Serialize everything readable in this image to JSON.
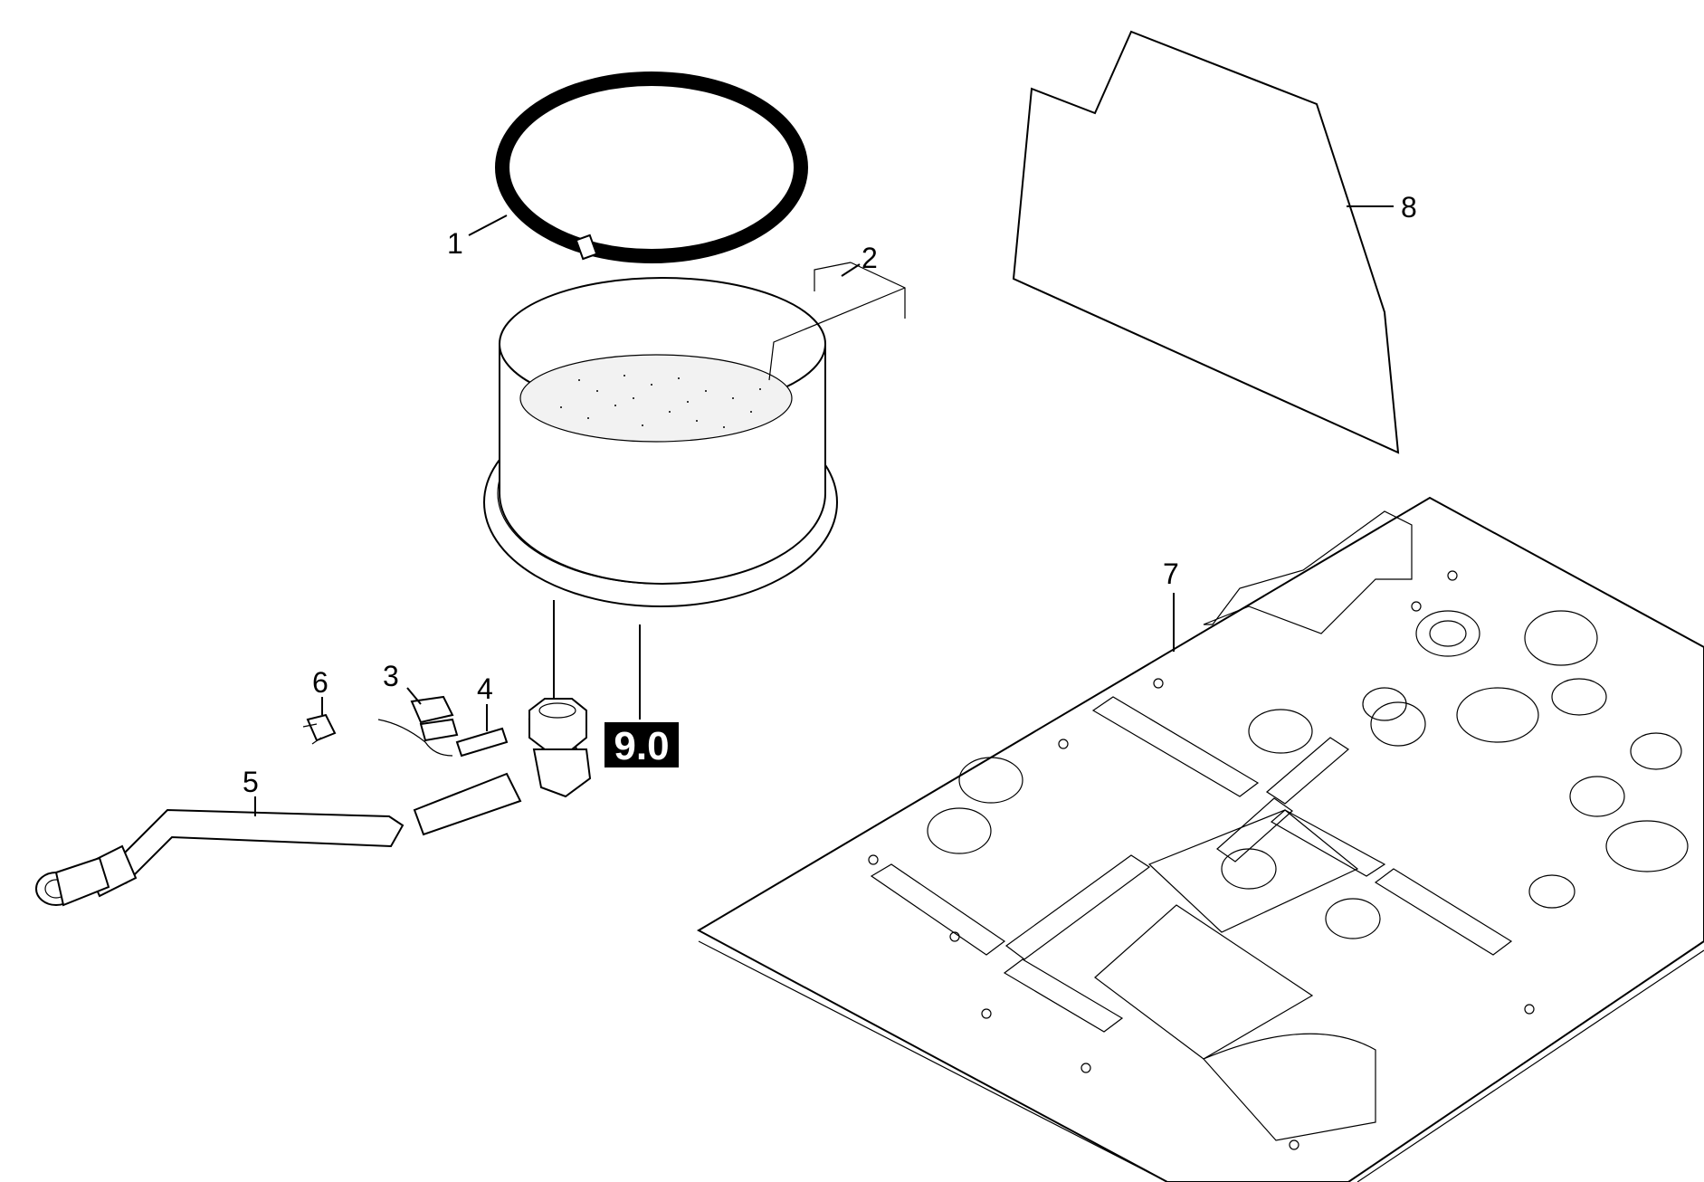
{
  "callouts": {
    "c1": "1",
    "c2": "2",
    "c3": "3",
    "c4": "4",
    "c5": "5",
    "c6": "6",
    "c7": "7",
    "c8": "8"
  },
  "badge": {
    "label": "9.0",
    "background": "#000000",
    "text_color": "#ffffff"
  },
  "colors": {
    "line": "#000000",
    "background": "#ffffff"
  }
}
